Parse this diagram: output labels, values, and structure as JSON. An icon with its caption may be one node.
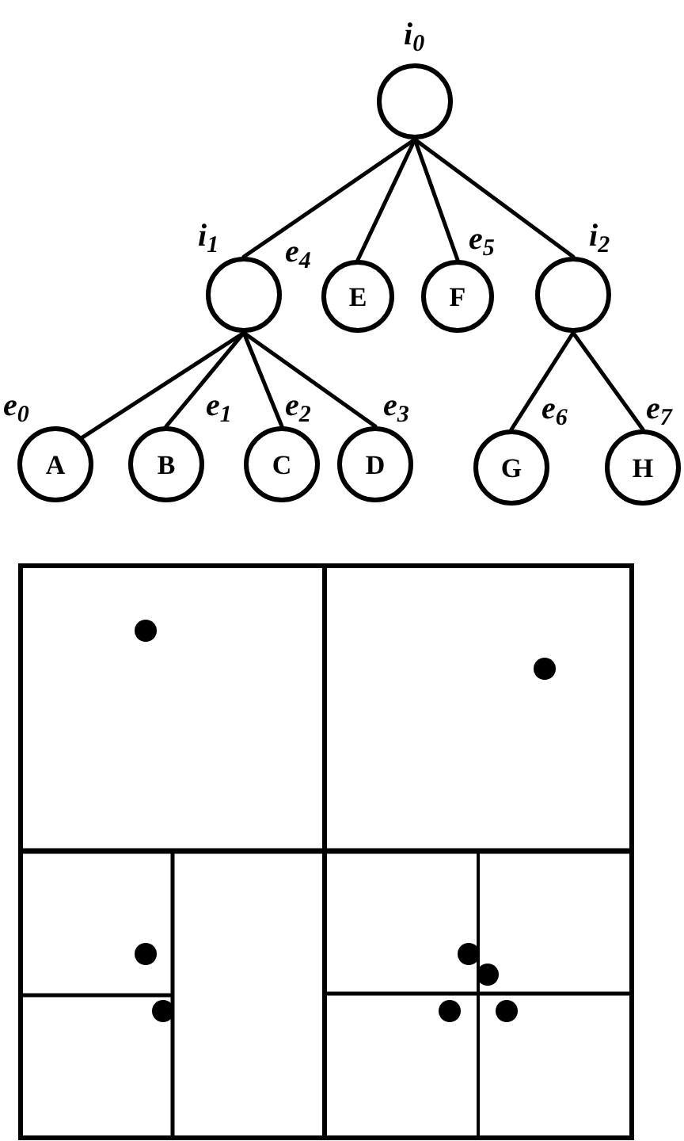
{
  "diagram": {
    "nodes": [
      {
        "text": [],
        "shape": "circle",
        "beside": [
          "i$_{0}$"
        ]
      },
      {
        "text": [],
        "shape": "circle",
        "beside": [
          "i$_{1}$"
        ]
      },
      {
        "text": [
          "E"
        ],
        "beside": [
          "e$_{4}$"
        ]
      },
      {
        "text": [
          "F"
        ],
        "beside": [
          "e$_{5}$"
        ]
      },
      {
        "text": [],
        "shape": "circle",
        "beside": [
          "i$_{2}$"
        ]
      },
      {
        "text": [
          "A"
        ],
        "beside": [
          "e$_{0}$"
        ]
      },
      {
        "text": [
          "B"
        ],
        "beside": [
          "e$_{1}$"
        ]
      },
      {
        "text": [
          "C"
        ],
        "beside": [
          "e$_{2}$"
        ]
      },
      {
        "text": [
          "D"
        ],
        "beside": [
          "e$_{3}$"
        ]
      },
      {
        "text": [
          "G"
        ],
        "beside": [
          "e$_{6}$"
        ]
      },
      {
        "text": [
          "H"
        ],
        "beside": [
          "e$_{7}$"
        ]
      }
    ],
    "edges": [
      {
        "from": 0,
        "to": 1,
        "arrow": "none"
      },
      {
        "from": 0,
        "to": 2,
        "arrow": "none"
      },
      {
        "from": 0,
        "to": 3,
        "arrow": "none"
      },
      {
        "from": 0,
        "to": 4,
        "arrow": "none"
      },
      {
        "from": 1,
        "to": 5,
        "arrow": "none"
      },
      {
        "from": 1,
        "to": 6,
        "arrow": "none"
      },
      {
        "from": 1,
        "to": 7,
        "arrow": "none"
      },
      {
        "from": 1,
        "to": 8,
        "arrow": "none"
      },
      {
        "from": 4,
        "to": 9,
        "arrow": "none"
      },
      {
        "from": 4,
        "to": 10,
        "arrow": "none"
      }
    ]
  }
}
